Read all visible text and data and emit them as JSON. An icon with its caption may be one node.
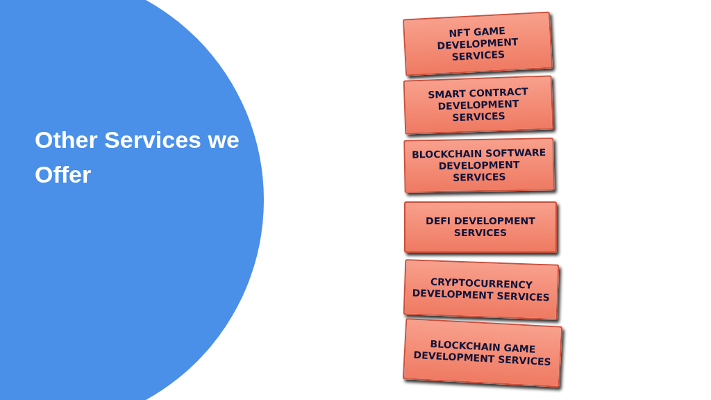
{
  "diagram": {
    "title": "Other Services we Offer",
    "nodes": [
      {
        "text": [
          "NFT  GAME DEVELOPMENT SERVICES"
        ]
      },
      {
        "text": [
          "SMART CONTRACT DEVELOPMENT SERVICES"
        ]
      },
      {
        "text": [
          "BLOCKCHAIN SOFTWARE DEVELOPMENT SERVICES"
        ]
      },
      {
        "text": [
          "DEFI DEVELOPMENT SERVICES"
        ]
      },
      {
        "text": [
          "CRYPTOCURRENCY DEVELOPMENT SERVICES"
        ]
      },
      {
        "text": [
          "BLOCKCHAIN GAME DEVELOPMENT SERVICES"
        ]
      }
    ]
  }
}
